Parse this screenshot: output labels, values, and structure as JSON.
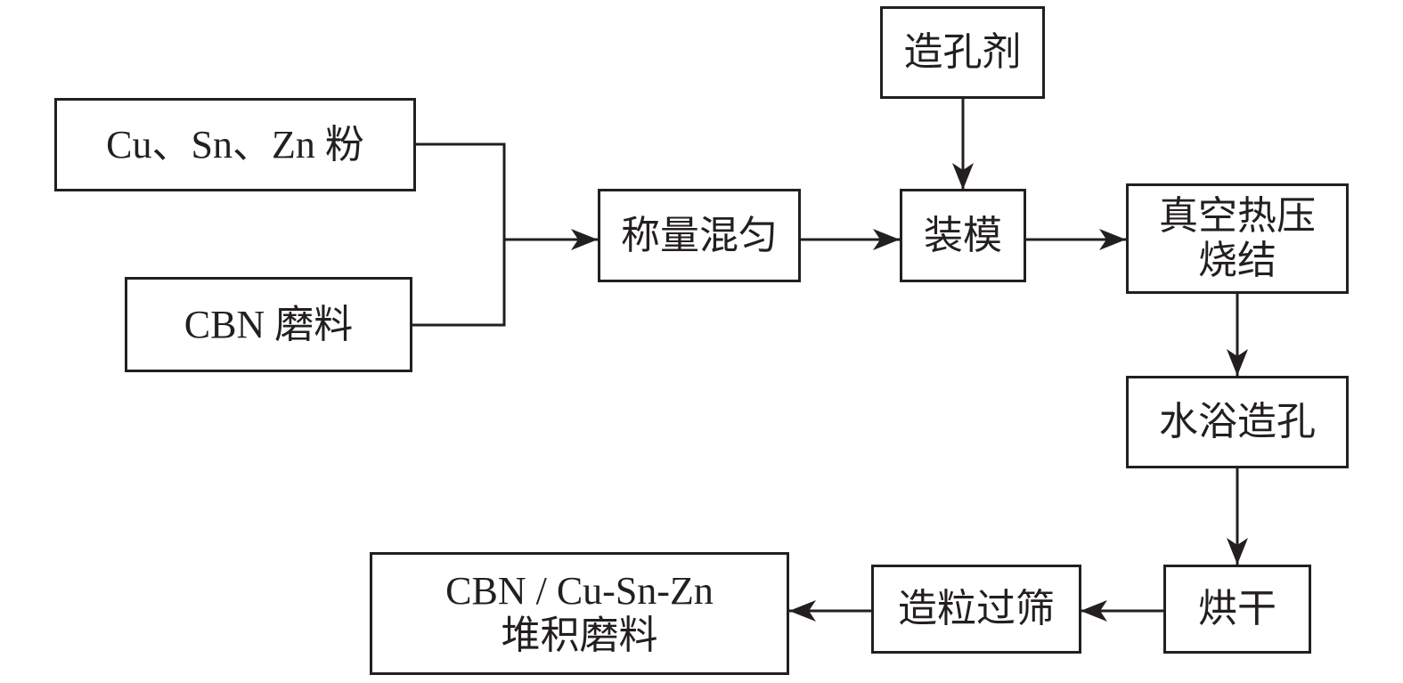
{
  "colors": {
    "stroke": "#231f20",
    "background": "#ffffff"
  },
  "nodes": {
    "pore_former": {
      "label": "造孔剂"
    },
    "metal_powder": {
      "label": "Cu、Sn、Zn 粉"
    },
    "cbn_abrasive": {
      "label": "CBN 磨料"
    },
    "weigh_mix": {
      "label": "称量混匀"
    },
    "mold_loading": {
      "label": "装模"
    },
    "hot_press": {
      "label_line1": "真空热压",
      "label_line2": "烧结"
    },
    "water_bath": {
      "label": "水浴造孔"
    },
    "drying": {
      "label": "烘干"
    },
    "granulate": {
      "label": "造粒过筛"
    },
    "product": {
      "label_line1": "CBN / Cu-Sn-Zn",
      "label_line2": "堆积磨料"
    }
  },
  "flows": [
    {
      "from": "metal_powder",
      "to": "weigh_mix"
    },
    {
      "from": "cbn_abrasive",
      "to": "weigh_mix"
    },
    {
      "from": "weigh_mix",
      "to": "mold_loading"
    },
    {
      "from": "pore_former",
      "to": "mold_loading"
    },
    {
      "from": "mold_loading",
      "to": "hot_press"
    },
    {
      "from": "hot_press",
      "to": "water_bath"
    },
    {
      "from": "water_bath",
      "to": "drying"
    },
    {
      "from": "drying",
      "to": "granulate"
    },
    {
      "from": "granulate",
      "to": "product"
    }
  ]
}
